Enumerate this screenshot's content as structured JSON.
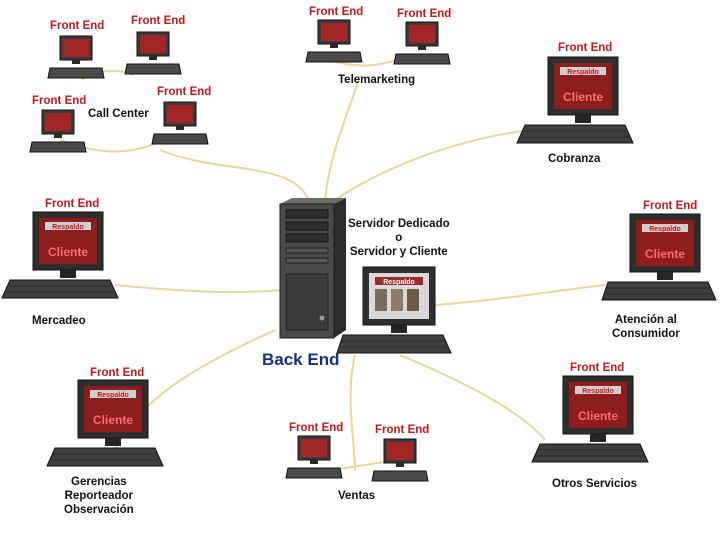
{
  "front_end_label": "Front End",
  "screen_logo": "Respaldo",
  "screen_text": "Cliente",
  "groups": {
    "call_center": "Call Center",
    "telemarketing": "Telemarketing",
    "cobranza": "Cobranza",
    "mercadeo": "Mercadeo",
    "atencion": "Atención al\nConsumidor",
    "gerencias": "Gerencias\nReporteador\nObservación",
    "ventas": "Ventas",
    "otros": "Otros Servicios"
  },
  "server": {
    "title": "Servidor Dedicado\no\nServidor y Cliente",
    "back_end": "Back End"
  },
  "colors": {
    "wire": "#e8d79a",
    "front_end": "#c8161d",
    "back_end": "#1c2f86"
  }
}
